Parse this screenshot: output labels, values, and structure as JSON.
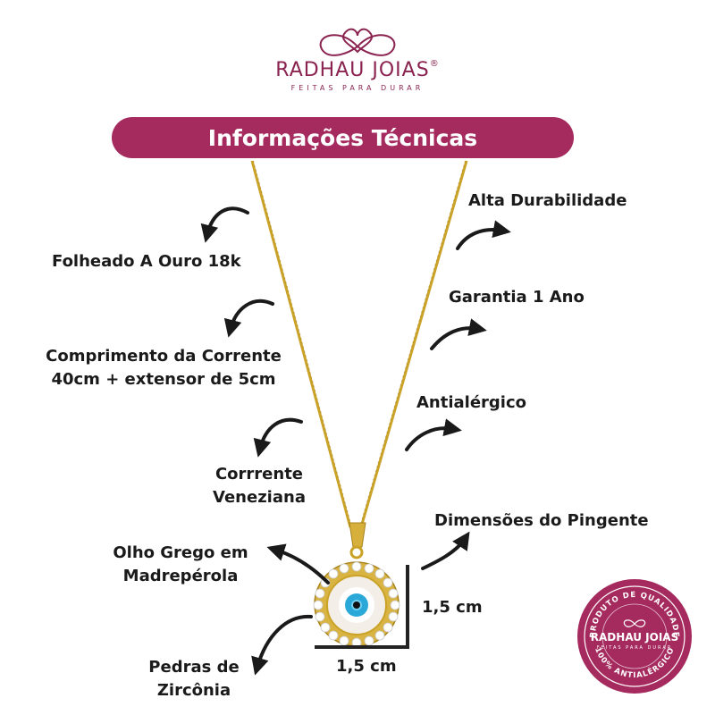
{
  "brand": {
    "name": "RADHAU JOIAS",
    "registered": "®",
    "tagline": "FEITAS PARA DURAR"
  },
  "banner": {
    "title": "Informações Técnicas"
  },
  "features": {
    "left": [
      {
        "label": "Folheado A Ouro 18k"
      },
      {
        "label_line1": "Comprimento da Corrente",
        "label_line2": "40cm + extensor de 5cm"
      },
      {
        "label_line1": "Corrrente",
        "label_line2": "Veneziana"
      },
      {
        "label_line1": "Olho Grego em",
        "label_line2": "Madrepérola"
      },
      {
        "label_line1": "Pedras de",
        "label_line2": "Zircônia"
      }
    ],
    "right": [
      {
        "label": "Alta Durabilidade"
      },
      {
        "label": "Garantia 1 Ano"
      },
      {
        "label": "Antialérgico"
      },
      {
        "label": "Dimensões do Pingente"
      }
    ]
  },
  "dimensions": {
    "height": "1,5 cm",
    "width": "1,5 cm"
  },
  "seal": {
    "top_text": "PRODUTO DE QUALIDADE",
    "brand": "RADHAU JOIAS",
    "brand_sub": "FEITAS PARA DURAR",
    "bottom_text": "100% ANTIALÉRGICO"
  },
  "colors": {
    "brand": "#a52a5e",
    "brand_text": "#8a2350",
    "gold": "#c9a227",
    "eye_blue": "#2aa8d8",
    "text": "#1a1a1a"
  }
}
